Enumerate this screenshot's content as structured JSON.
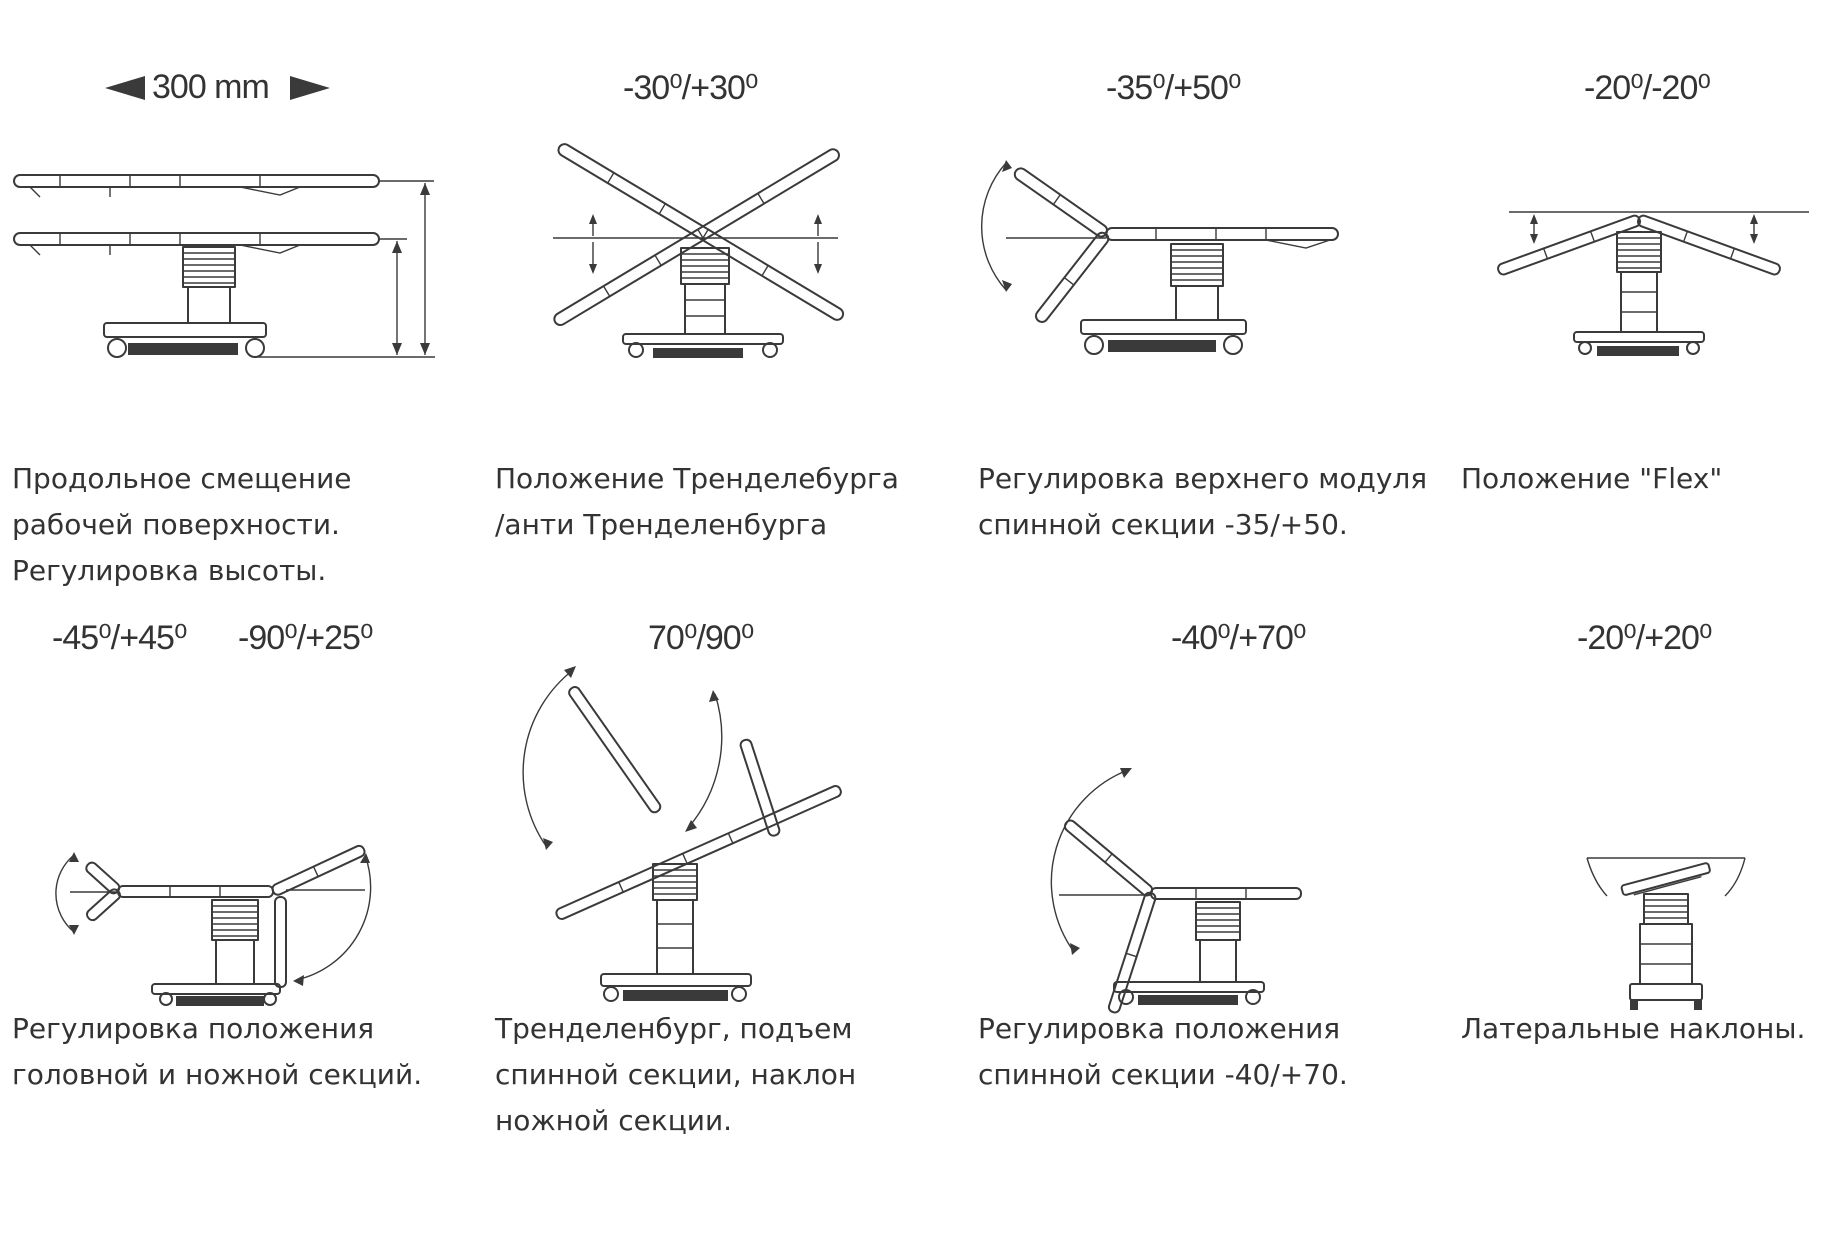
{
  "colors": {
    "ink": "#333333",
    "line": "#3a3a3a",
    "background": "#ffffff"
  },
  "figures": [
    {
      "id": "longitudinal",
      "angle_label": "300 mm",
      "caption": [
        "Продольное смещение",
        "рабочей поверхности.",
        "Регулировка высоты."
      ]
    },
    {
      "id": "trendelenburg",
      "angle_label": "-30⁰/+30⁰",
      "caption": [
        "Положение Тренделебурга",
        "/анти Тренделенбурга"
      ]
    },
    {
      "id": "back-upper",
      "angle_label": "-35⁰/+50⁰",
      "caption": [
        "Регулировка верхнего модуля",
        "спинной секции -35/+50."
      ]
    },
    {
      "id": "flex",
      "angle_label": "-20⁰/-20⁰",
      "caption": [
        "Положение \"Flex\""
      ]
    },
    {
      "id": "head-foot",
      "angle_label": "-45⁰/+45⁰",
      "angle_label_2": "-90⁰/+25⁰",
      "caption": [
        "Регулировка положения",
        "головной и ножной секций."
      ]
    },
    {
      "id": "trend-combined",
      "angle_label": "70⁰/90⁰",
      "caption": [
        "Тренделенбург, подъем",
        "спинной секции, наклон",
        "ножной секции."
      ]
    },
    {
      "id": "back-section",
      "angle_label": "-40⁰/+70⁰",
      "caption": [
        "Регулировка положения",
        "спинной секции -40/+70."
      ]
    },
    {
      "id": "lateral",
      "angle_label": "-20⁰/+20⁰",
      "caption": [
        "Латеральные наклоны."
      ]
    }
  ]
}
